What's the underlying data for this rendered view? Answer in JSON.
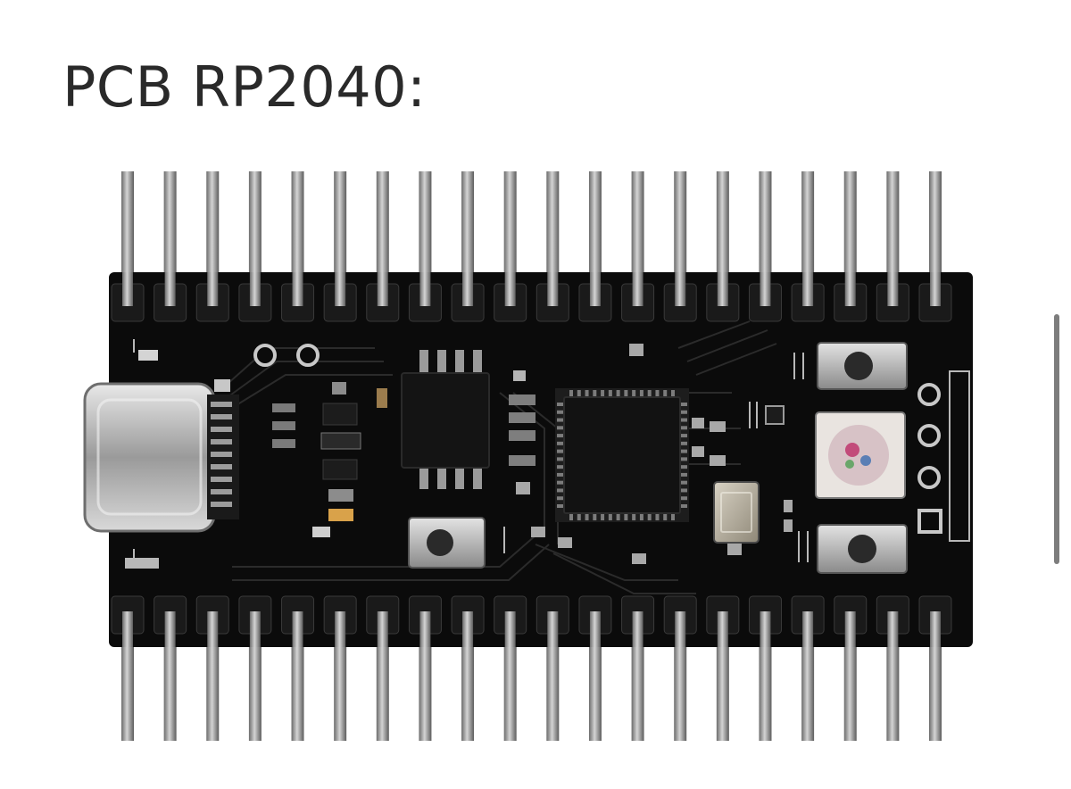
{
  "page": {
    "title": "PCB RP2040:"
  },
  "figure": {
    "subject": "rp2040-dev-board",
    "pins_per_row": 20,
    "pcb_color": "#0b0b0b",
    "silkscreen_color": "#b8b8b8",
    "pin_color": "#8f8f8f",
    "icons": [
      "usb-c-port-icon",
      "reset-button-icon",
      "user-button-icon",
      "boot-button-icon",
      "rgb-led-icon"
    ]
  },
  "colors": {
    "background": "#ffffff",
    "title": "#2a2a2a",
    "scrollbar": "#7d7d7d"
  }
}
